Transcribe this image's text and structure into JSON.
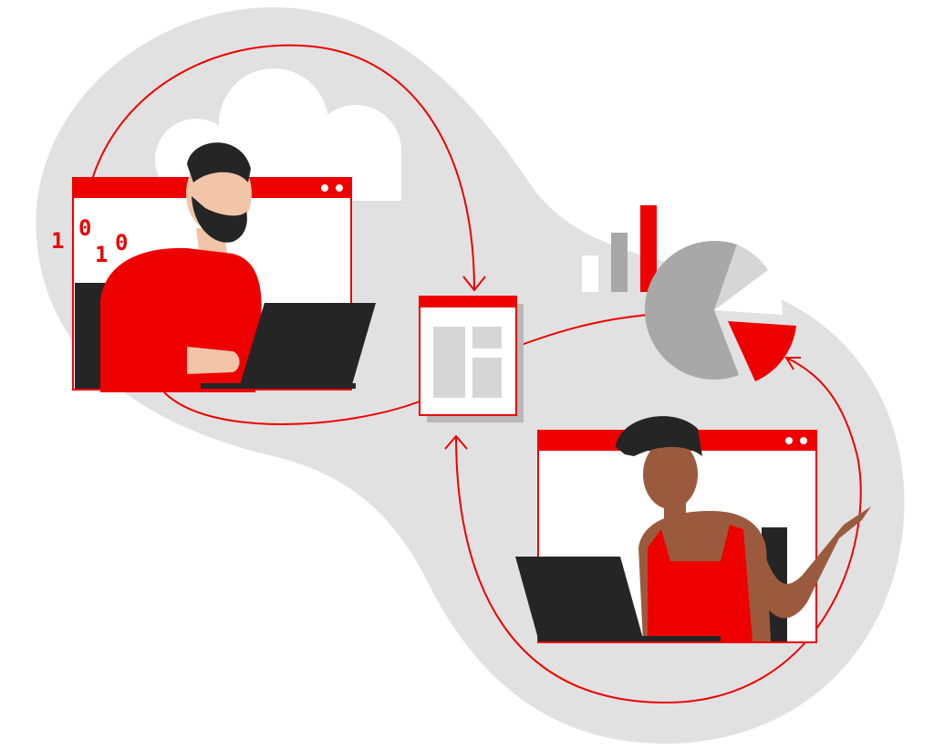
{
  "illustration": {
    "binary_digits": [
      "1",
      "0",
      "1",
      "0"
    ],
    "colors": {
      "accent": "#ee0000",
      "background_blob": "#e1e1e1",
      "dark": "#252525",
      "gray": "#a8a8a8",
      "light_gray": "#d6d6d6",
      "skin_light": "#f2c4a8",
      "skin_dark": "#9b5a3e"
    }
  }
}
